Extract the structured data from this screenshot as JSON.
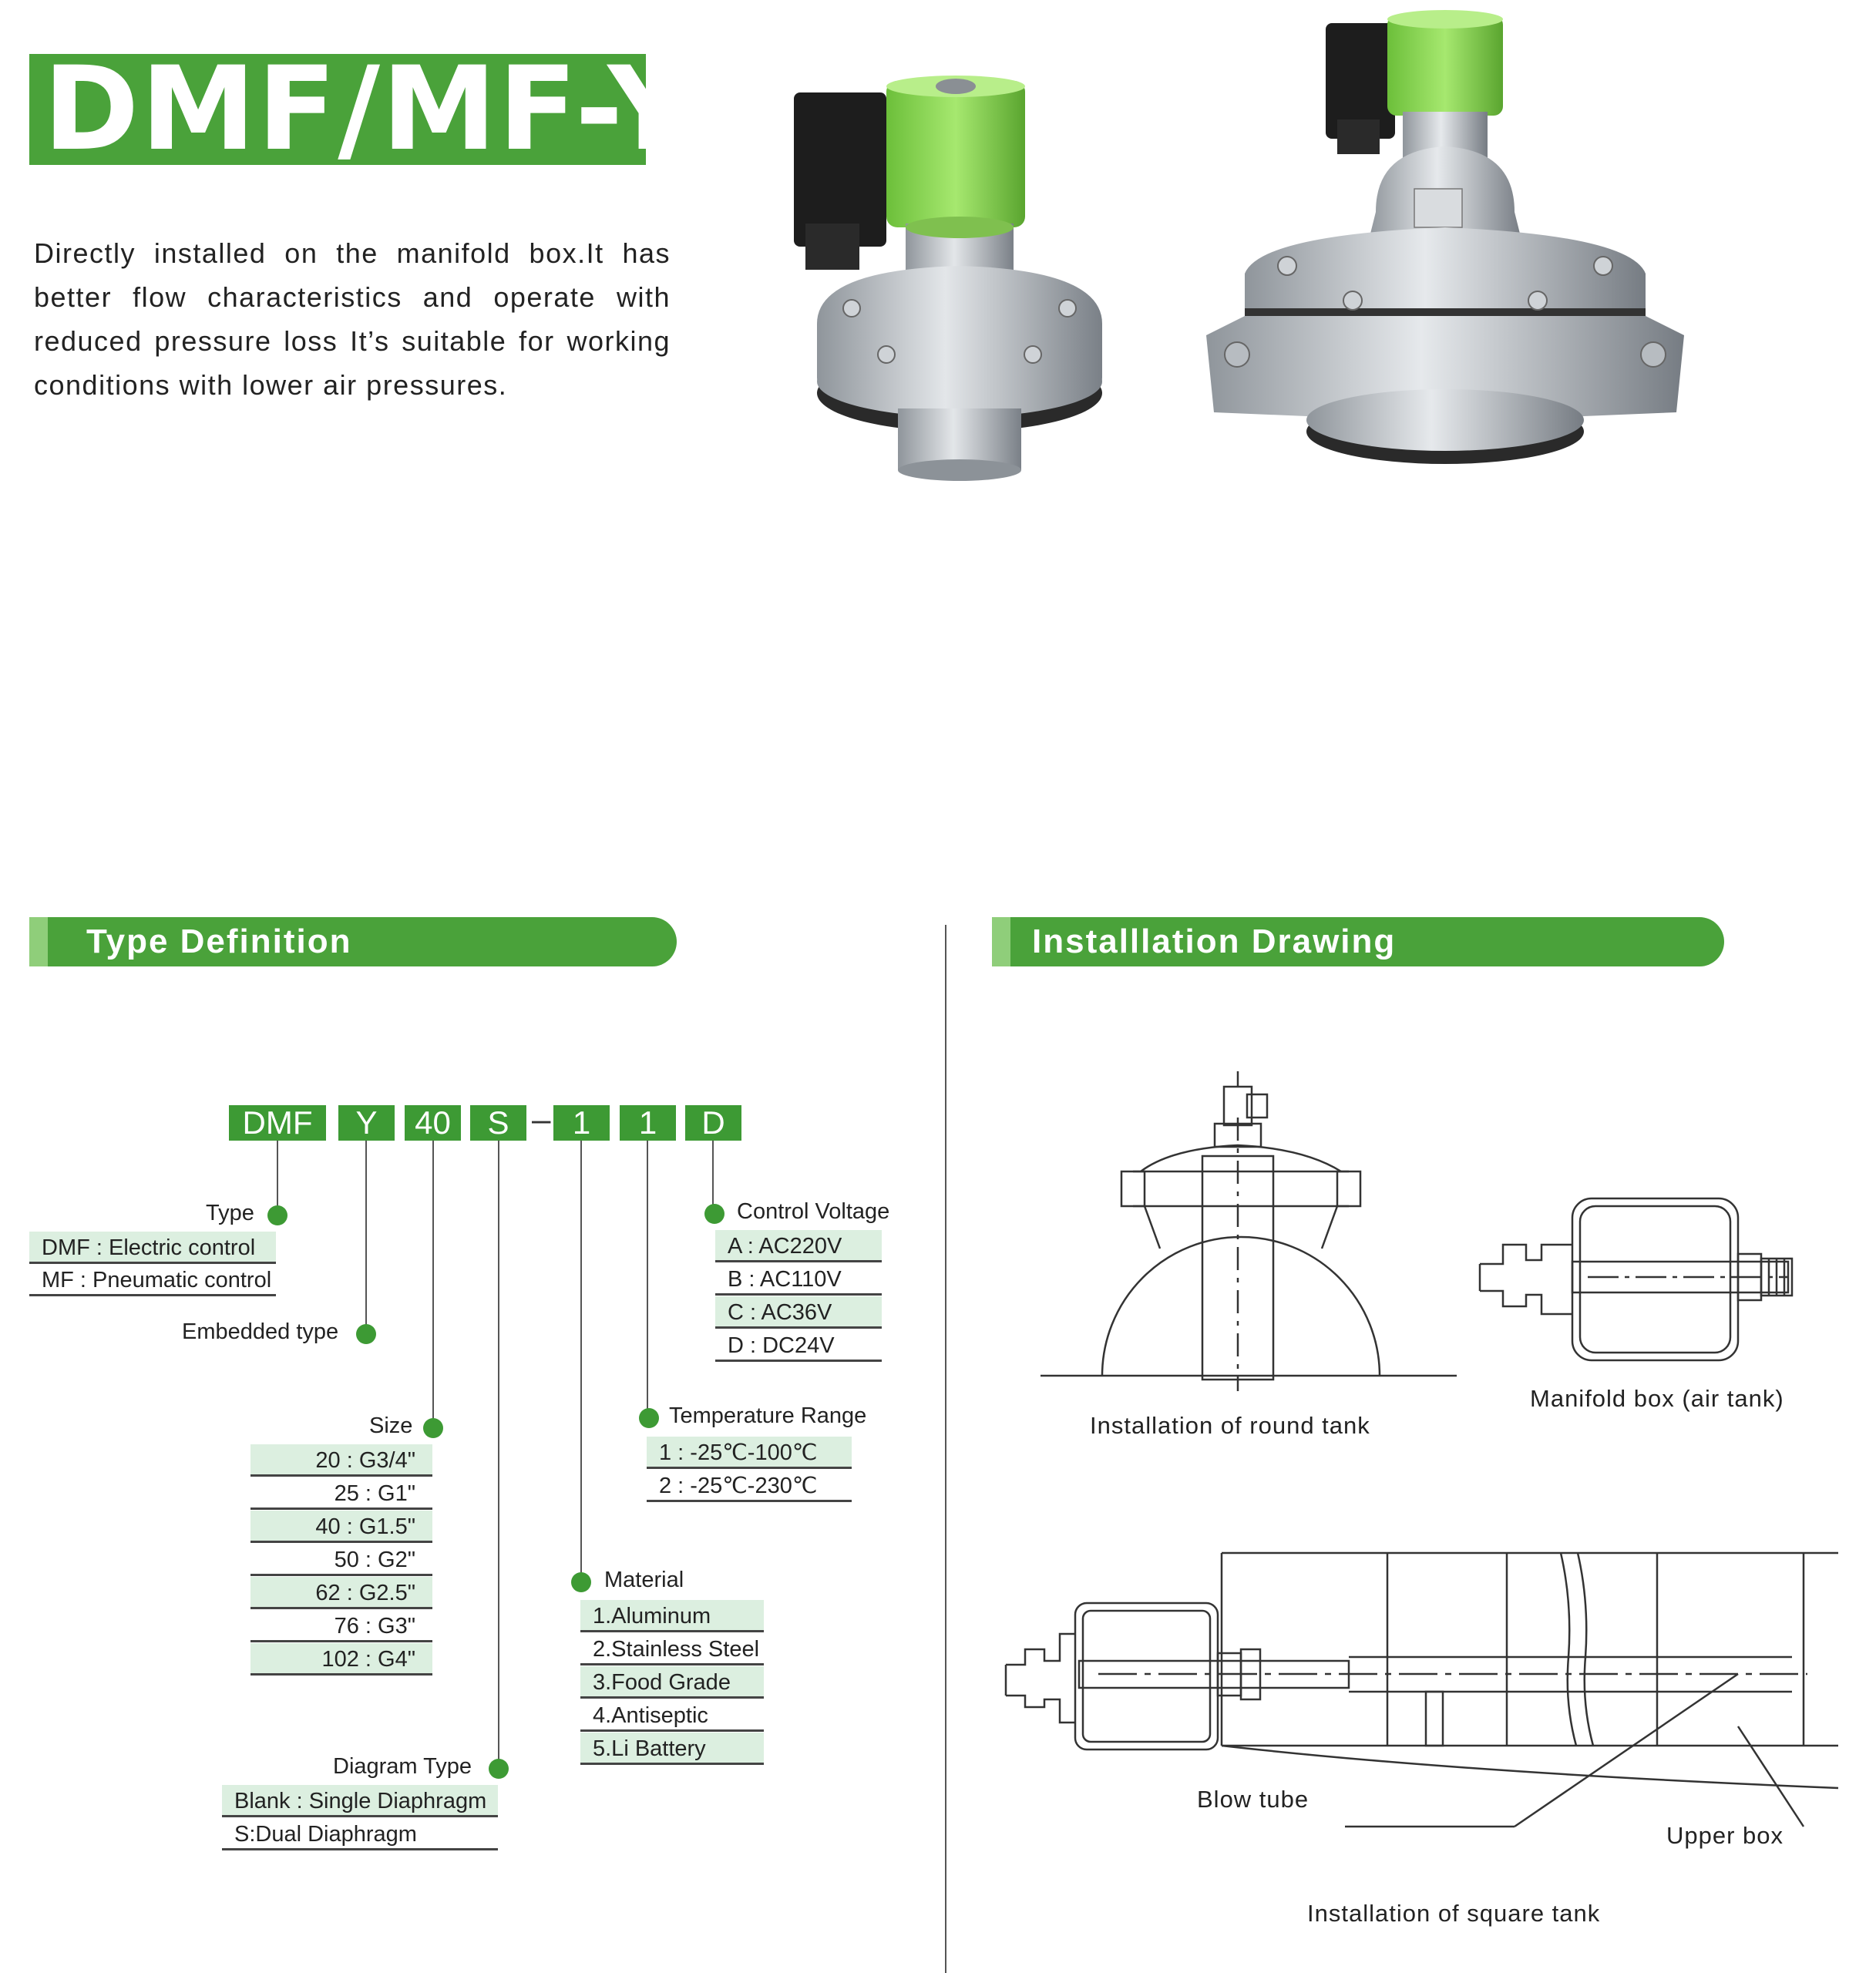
{
  "header": {
    "title": "DMF/MF-Y",
    "intro": "Directly installed on the manifold box.It has better flow characteristics and operate with reduced pressure loss It’s suitable for working conditions with lower air pressures."
  },
  "sections": {
    "type_definition": "Type Definition",
    "installation_drawing": "Installlation Drawing"
  },
  "code": {
    "parts": [
      "DMF",
      "Y",
      "40",
      "S",
      "1",
      "1",
      "D"
    ],
    "dash": "–"
  },
  "fields": {
    "type": {
      "label": "Type",
      "options": [
        "DMF : Electric control",
        "MF : Pneumatic control"
      ]
    },
    "embedded": {
      "label": "Embedded type"
    },
    "size": {
      "label": "Size",
      "options": [
        "20 : G3/4\"",
        "25 : G1\"",
        "40 : G1.5\"",
        "50 : G2\"",
        "62 : G2.5\"",
        "76 : G3\"",
        "102 : G4\""
      ]
    },
    "diagram": {
      "label": "Diagram Type",
      "options": [
        "Blank : Single Diaphragm",
        "S:Dual Diaphragm"
      ]
    },
    "material": {
      "label": "Material",
      "options": [
        "1.Aluminum",
        "2.Stainless Steel",
        "3.Food Grade",
        "4.Antiseptic",
        "5.Li Battery"
      ]
    },
    "temperature": {
      "label": "Temperature Range",
      "options": [
        "1 : -25℃-100℃",
        "2 : -25℃-230℃"
      ]
    },
    "voltage": {
      "label": "Control Voltage",
      "options": [
        "A : AC220V",
        "B : AC110V",
        "C : AC36V",
        "D : DC24V"
      ]
    }
  },
  "drawings": {
    "round_tank": "Installation of round tank",
    "manifold_box": "Manifold box (air tank)",
    "blow_tube": "Blow tube",
    "upper_box": "Upper box",
    "square_tank": "Installation of square tank"
  },
  "colors": {
    "brand_green": "#4aa23a",
    "coil_green": "#8fd45a",
    "row_shade": "#dcefe0"
  },
  "icons": [
    "valve-photo-small",
    "valve-photo-large",
    "round-tank-drawing",
    "manifold-box-drawing",
    "square-tank-drawing"
  ]
}
